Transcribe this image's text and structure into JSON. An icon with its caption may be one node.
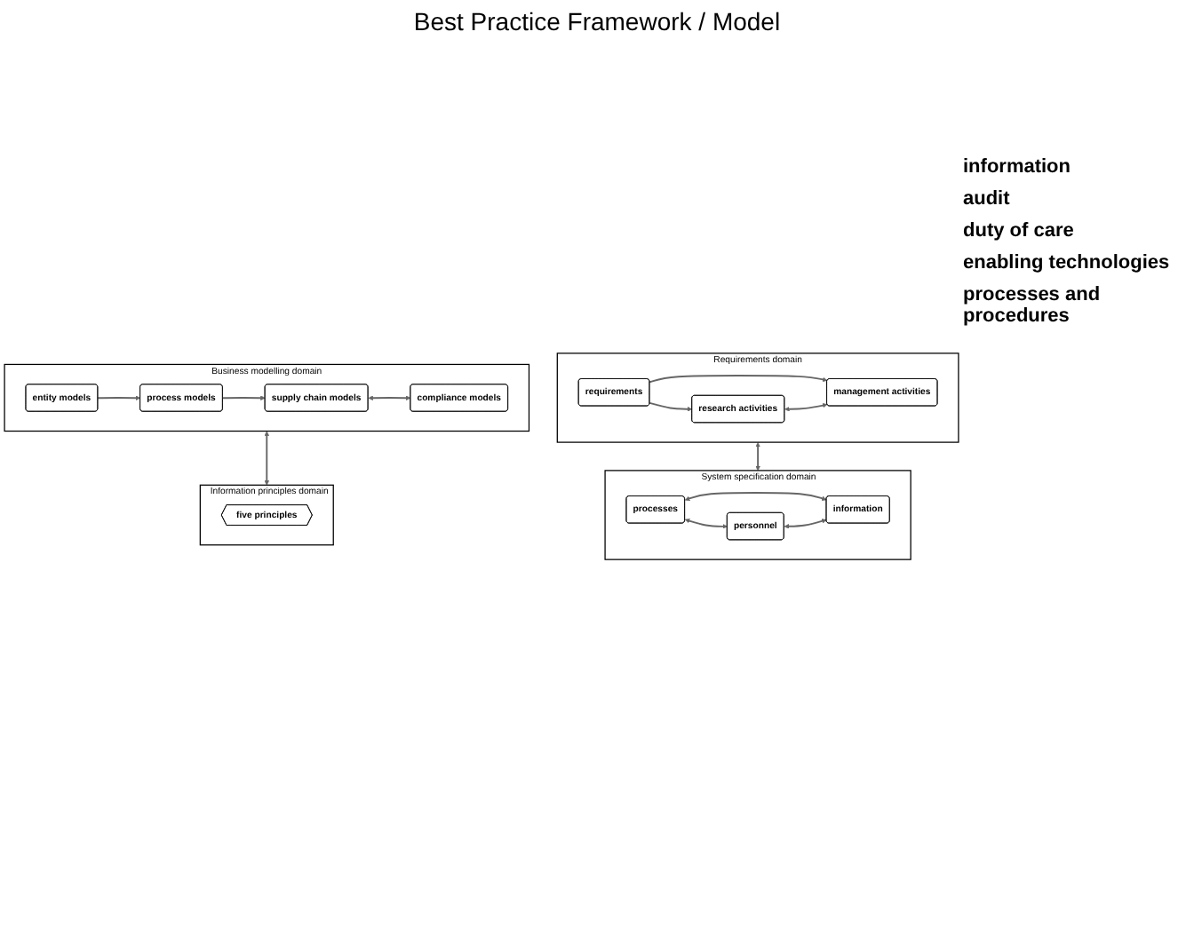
{
  "diagram": {
    "title": "Best Practice Framework / Model",
    "nodes": [
      {
        "text": [
          "Requirements domain"
        ]
      },
      {
        "text": [
          "requirements"
        ],
        "in": 0
      },
      {
        "text": [
          "research activities"
        ],
        "in": 0
      },
      {
        "text": [
          "management activities"
        ],
        "in": 0
      },
      {
        "text": [
          "Business modelling domain"
        ]
      },
      {
        "text": [
          "entity models"
        ],
        "in": 4
      },
      {
        "text": [
          "process models"
        ],
        "in": 4
      },
      {
        "text": [
          "supply chain models"
        ],
        "in": 4
      },
      {
        "text": [
          "compliance models"
        ],
        "in": 4
      },
      {
        "text": [
          "Information principles domain"
        ]
      },
      {
        "text": [
          "five principles"
        ],
        "in": 9
      },
      {
        "text": [
          "System specification domain"
        ]
      },
      {
        "text": [
          "processes"
        ],
        "in": 11
      },
      {
        "text": [
          "personnel"
        ],
        "in": 11
      },
      {
        "text": [
          "information"
        ],
        "in": 11
      }
    ],
    "edges": [
      {
        "from": 1,
        "to": 2,
        "arrow": "to"
      },
      {
        "from": 1,
        "to": 3,
        "arrow": "to"
      },
      {
        "from": 2,
        "to": 3,
        "arrow": "both"
      },
      {
        "from": 5,
        "to": 6,
        "arrow": "to"
      },
      {
        "from": 6,
        "to": 7,
        "arrow": "to"
      },
      {
        "from": 7,
        "to": 8,
        "arrow": "both"
      },
      {
        "from": 12,
        "to": 13,
        "arrow": "both"
      },
      {
        "from": 12,
        "to": 14,
        "arrow": "both"
      },
      {
        "from": 13,
        "to": 14,
        "arrow": "both"
      },
      {
        "from": 0,
        "to": 11,
        "arrow": "both"
      },
      {
        "from": 4,
        "to": 9,
        "arrow": "both"
      }
    ],
    "labels": [
      "information",
      "audit",
      "duty of care",
      "enabling technologies",
      "processes and procedures"
    ]
  }
}
